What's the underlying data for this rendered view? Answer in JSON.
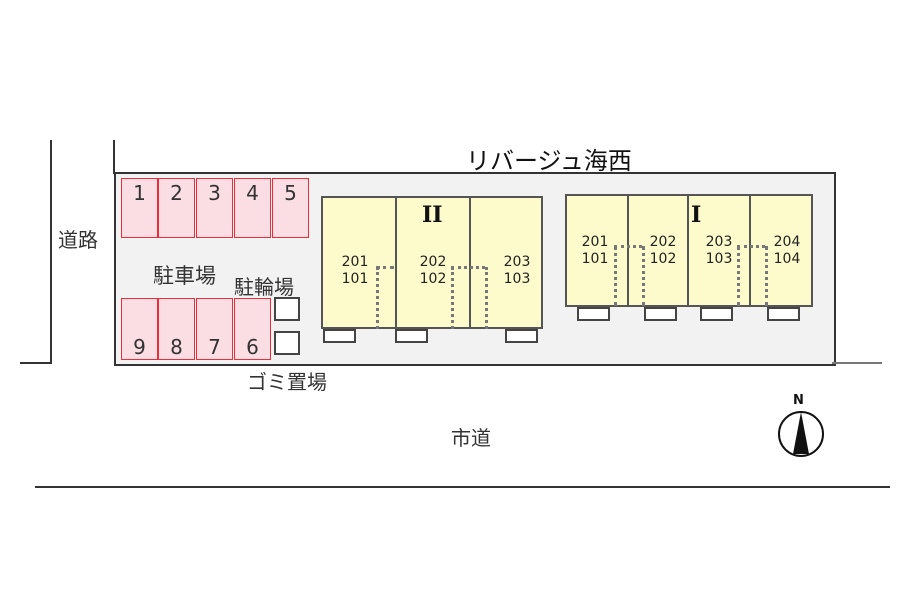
{
  "title": "リバージュ海西",
  "labels": {
    "side_road": "道路",
    "parking": "駐車場",
    "bicycle_parking": "駐輪場",
    "garbage": "ゴミ置場",
    "city_road": "市道",
    "north": "N"
  },
  "parking_top": [
    "1",
    "2",
    "3",
    "4",
    "5"
  ],
  "parking_bottom": [
    "9",
    "8",
    "7",
    "6"
  ],
  "buildings": [
    {
      "name": "II",
      "units": [
        {
          "upper": "201",
          "lower": "101"
        },
        {
          "upper": "202",
          "lower": "102"
        },
        {
          "upper": "203",
          "lower": "103"
        }
      ]
    },
    {
      "name": "I",
      "units": [
        {
          "upper": "201",
          "lower": "101"
        },
        {
          "upper": "202",
          "lower": "102"
        },
        {
          "upper": "203",
          "lower": "103"
        },
        {
          "upper": "204",
          "lower": "104"
        }
      ]
    }
  ],
  "colors": {
    "parking_fill": "#fbdde4",
    "parking_border": "#e8303a",
    "building_fill": "#fdfbcb",
    "site_fill": "#f2f2f2"
  }
}
